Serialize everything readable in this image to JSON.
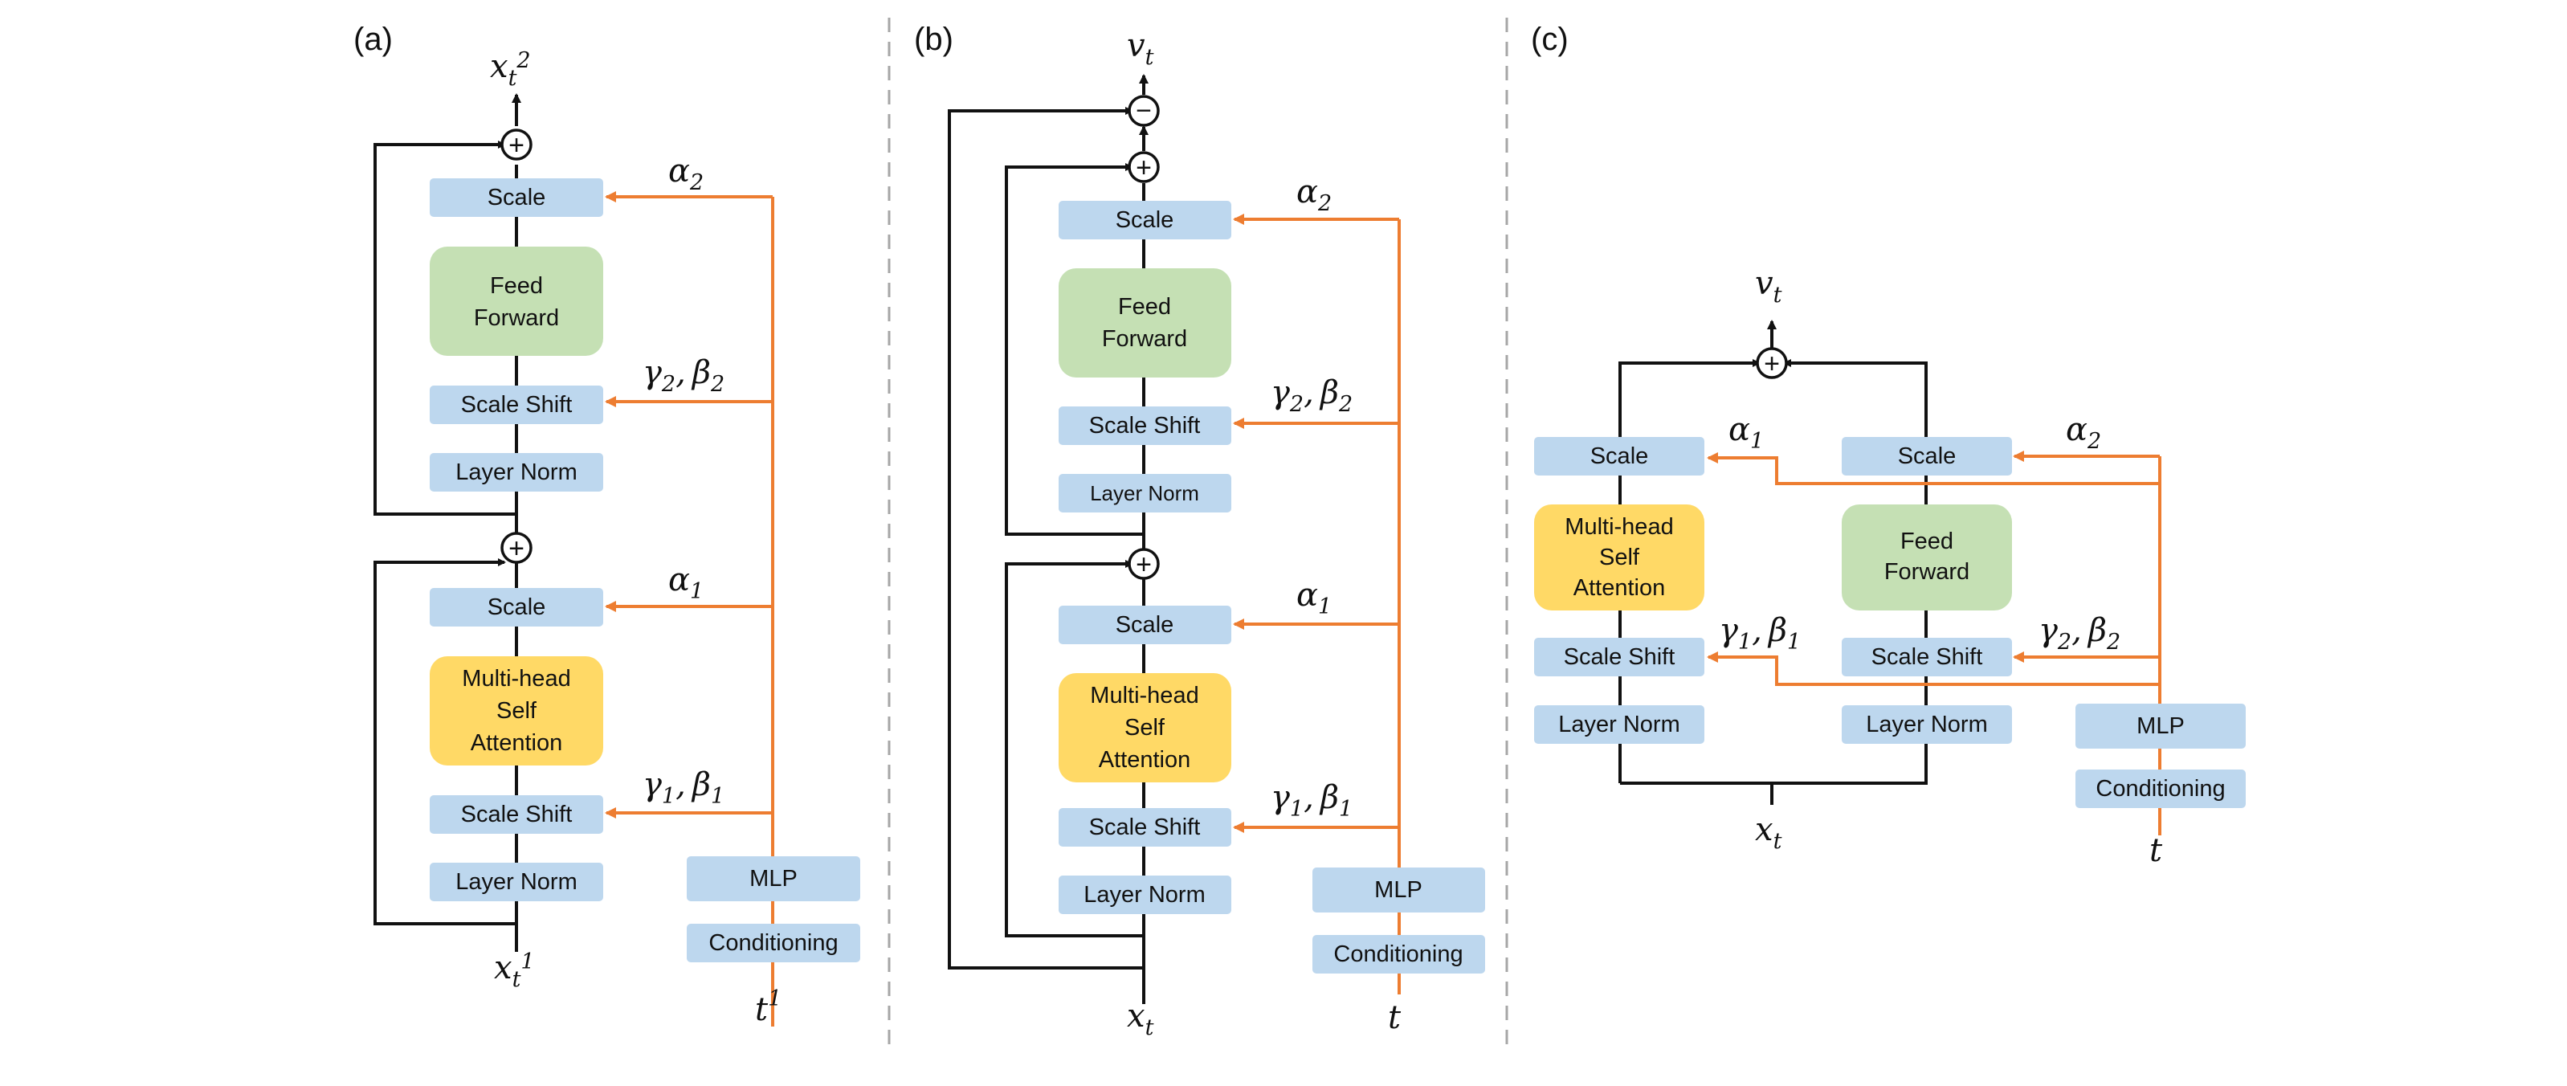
{
  "colors": {
    "block": "#bdd7ee",
    "feed_forward": "#c5e0b4",
    "attention": "#ffd966",
    "condition_line": "#ed7d31",
    "residual_line": "#111111"
  },
  "panels": {
    "a": {
      "label": "(a)",
      "scale_top": "Scale",
      "feed_forward": [
        "Feed",
        "Forward"
      ],
      "scale_shift_top": "Scale Shift",
      "layer_norm_top": "Layer Norm",
      "scale_bottom": "Scale",
      "attention": [
        "Multi-head",
        "Self",
        "Attention"
      ],
      "scale_shift_bottom": "Scale Shift",
      "layer_norm_bottom": "Layer Norm",
      "mlp": "MLP",
      "conditioning": "Conditioning",
      "output": {
        "base": "x",
        "sub": "t",
        "sup": "2"
      },
      "input": {
        "base": "x",
        "sub": "t",
        "sup": "1"
      },
      "time": {
        "base": "t",
        "sup": "1"
      },
      "alpha2": {
        "base": "α",
        "sub": "2"
      },
      "gamma_beta2": {
        "g": "γ",
        "b": "β",
        "sub": "2",
        "sep": ","
      },
      "alpha1": {
        "base": "α",
        "sub": "1"
      },
      "gamma_beta1": {
        "g": "γ",
        "b": "β",
        "sub": "1",
        "sep": ","
      },
      "plus": "+"
    },
    "b": {
      "label": "(b)",
      "scale_top": "Scale",
      "feed_forward": [
        "Feed",
        "Forward"
      ],
      "scale_shift_top": "Scale Shift",
      "layer_norm_top": "Layer Norm",
      "scale_bottom": "Scale",
      "attention": [
        "Multi-head",
        "Self",
        "Attention"
      ],
      "scale_shift_bottom": "Scale Shift",
      "layer_norm_bottom": "Layer Norm",
      "mlp": "MLP",
      "conditioning": "Conditioning",
      "output": {
        "base": "v",
        "sub": "t"
      },
      "input": {
        "base": "x",
        "sub": "t"
      },
      "time": {
        "base": "t"
      },
      "alpha2": {
        "base": "α",
        "sub": "2"
      },
      "gamma_beta2": {
        "g": "γ",
        "b": "β",
        "sub": "2",
        "sep": ","
      },
      "alpha1": {
        "base": "α",
        "sub": "1"
      },
      "gamma_beta1": {
        "g": "γ",
        "b": "β",
        "sub": "1",
        "sep": ","
      },
      "plus": "+",
      "minus": "−"
    },
    "c": {
      "label": "(c)",
      "scale_left": "Scale",
      "attention": [
        "Multi-head",
        "Self",
        "Attention"
      ],
      "scale_shift_left": "Scale Shift",
      "layer_norm_left": "Layer Norm",
      "scale_right": "Scale",
      "feed_forward": [
        "Feed",
        "Forward"
      ],
      "scale_shift_right": "Scale Shift",
      "layer_norm_right": "Layer Norm",
      "mlp": "MLP",
      "conditioning": "Conditioning",
      "output": {
        "base": "v",
        "sub": "t"
      },
      "input": {
        "base": "x",
        "sub": "t"
      },
      "time": {
        "base": "t"
      },
      "alpha1": {
        "base": "α",
        "sub": "1"
      },
      "alpha2": {
        "base": "α",
        "sub": "2"
      },
      "gamma_beta1": {
        "g": "γ",
        "b": "β",
        "sub": "1",
        "sep": ","
      },
      "gamma_beta2": {
        "g": "γ",
        "b": "β",
        "sub": "2",
        "sep": ","
      },
      "plus": "+"
    }
  }
}
